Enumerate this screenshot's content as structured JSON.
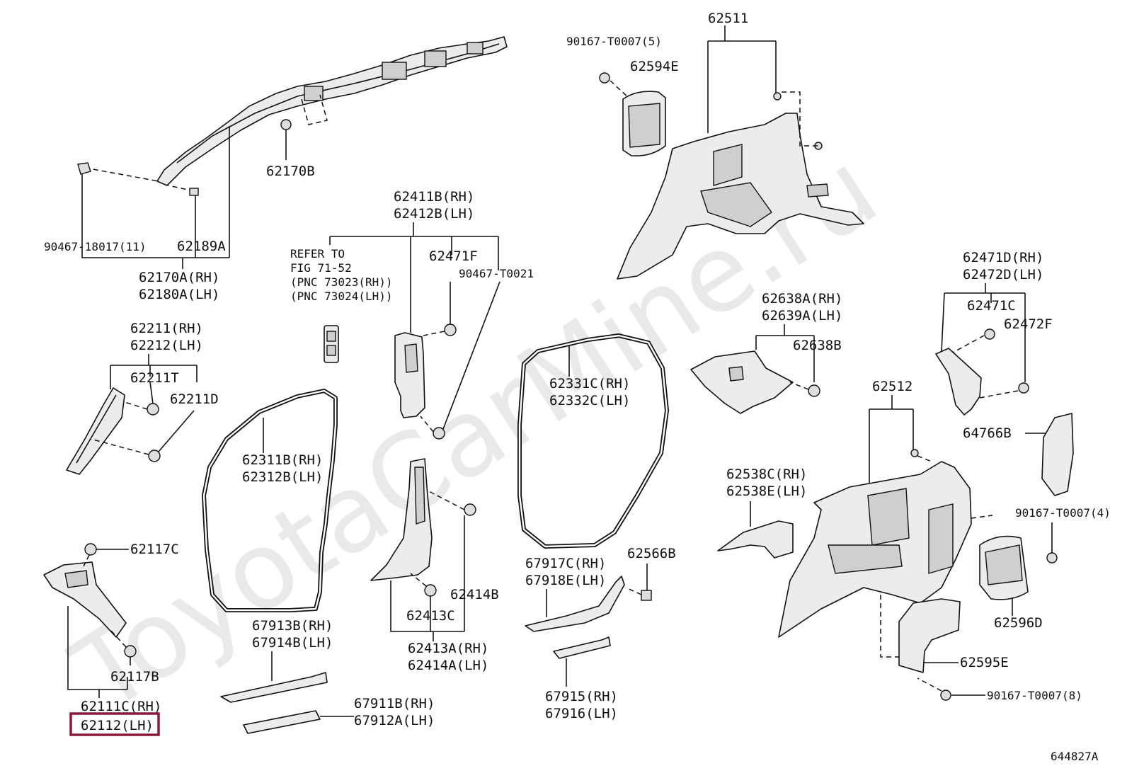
{
  "watermark": "ToyotaCarMine.ru",
  "diagram_id": "644827A",
  "highlight": {
    "color": "#8b1a3a",
    "target": "62112(LH)"
  },
  "labels": {
    "l62511": "62511",
    "l90167_5": "90167-T0007(5)",
    "l62594E": "62594E",
    "l62170B": "62170B",
    "l90467_11": "90467-18017(11)",
    "l62189A": "62189A",
    "l62170A": "62170A(RH)",
    "l62180A": "62180A(LH)",
    "l62411B": "62411B(RH)",
    "l62412B": "62412B(LH)",
    "refer1": "REFER TO",
    "refer2": "FIG 71-52",
    "refer3": "(PNC 73023(RH))",
    "refer4": "(PNC 73024(LH))",
    "l62471F": "62471F",
    "l90467_T0021": "90467-T0021",
    "l62211RH": "62211(RH)",
    "l62212LH": "62212(LH)",
    "l62211T": "62211T",
    "l62211D": "62211D",
    "l62311B": "62311B(RH)",
    "l62312B": "62312B(LH)",
    "l62331C": "62331C(RH)",
    "l62332C": "62332C(LH)",
    "l62638A": "62638A(RH)",
    "l62639A": "62639A(LH)",
    "l62638B": "62638B",
    "l62471D": "62471D(RH)",
    "l62472D": "62472D(LH)",
    "l62471C": "62471C",
    "l62472F": "62472F",
    "l62512": "62512",
    "l64766B": "64766B",
    "l62538C": "62538C(RH)",
    "l62538E": "62538E(LH)",
    "l90167_4": "90167-T0007(4)",
    "l62117C": "62117C",
    "l62414B": "62414B",
    "l62413C": "62413C",
    "l62413A": "62413A(RH)",
    "l62414A": "62414A(LH)",
    "l67917C": "67917C(RH)",
    "l67918E": "67918E(LH)",
    "l62566B": "62566B",
    "l62596D": "62596D",
    "l62117B": "62117B",
    "l67913B": "67913B(RH)",
    "l67914B": "67914B(LH)",
    "l62595E": "62595E",
    "l62111C": "62111C(RH)",
    "l62112": "62112(LH)",
    "l67911B": "67911B(RH)",
    "l67912A": "67912A(LH)",
    "l67915": "67915(RH)",
    "l67916": "67916(LH)",
    "l90167_8": "90167-T0007(8)"
  }
}
